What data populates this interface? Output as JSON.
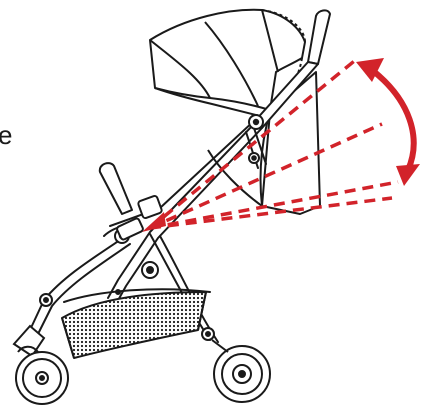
{
  "diagram": {
    "edge_text": "e",
    "elements": [
      {
        "name": "stroller-canopy"
      },
      {
        "name": "stroller-seat-back"
      },
      {
        "name": "stroller-frame"
      },
      {
        "name": "stroller-handlebar"
      },
      {
        "name": "stroller-bumper-bar"
      },
      {
        "name": "stroller-basket"
      },
      {
        "name": "stroller-front-wheel"
      },
      {
        "name": "stroller-rear-wheel"
      },
      {
        "name": "recline-angle-lines"
      },
      {
        "name": "recline-adjust-arrow"
      }
    ],
    "colors": {
      "line_art": "#1a1a1a",
      "recline_indicator": "#d2232a",
      "background": "#ffffff"
    }
  }
}
